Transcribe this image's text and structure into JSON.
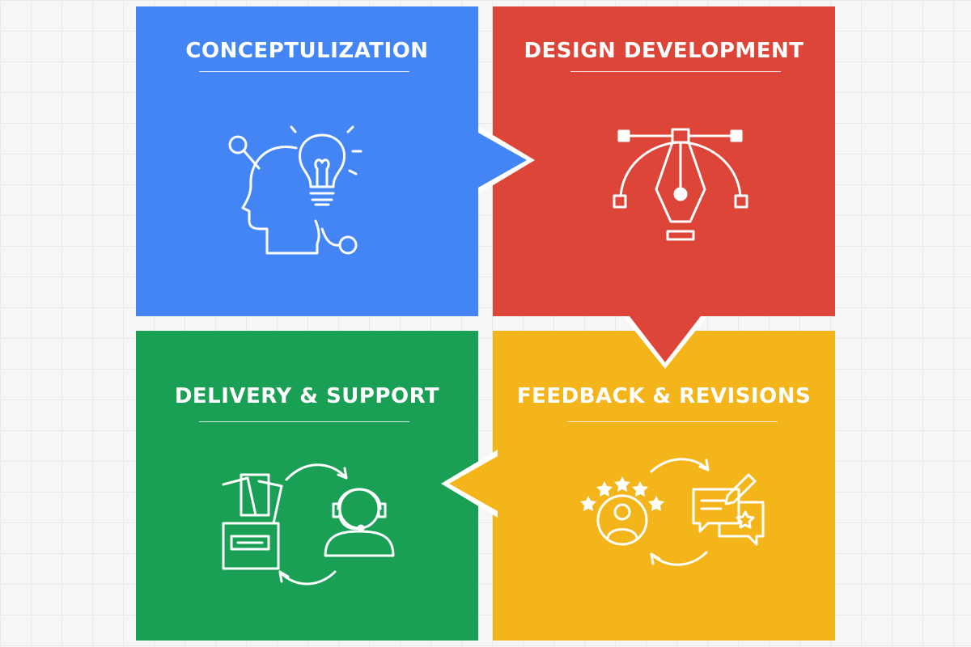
{
  "steps": [
    {
      "title": "CONCEPTULIZATION",
      "color": "#4385f4",
      "icon": "head-lightbulb-icon"
    },
    {
      "title": "DESIGN DEVELOPMENT",
      "color": "#dc4537",
      "icon": "pen-tool-bezier-icon"
    },
    {
      "title": "DELIVERY & SUPPORT",
      "color": "#19a054",
      "icon": "files-support-agent-icon"
    },
    {
      "title": "FEEDBACK & REVISIONS",
      "color": "#f4b51b",
      "icon": "rating-review-icon"
    }
  ],
  "background": "#f6f6f6"
}
